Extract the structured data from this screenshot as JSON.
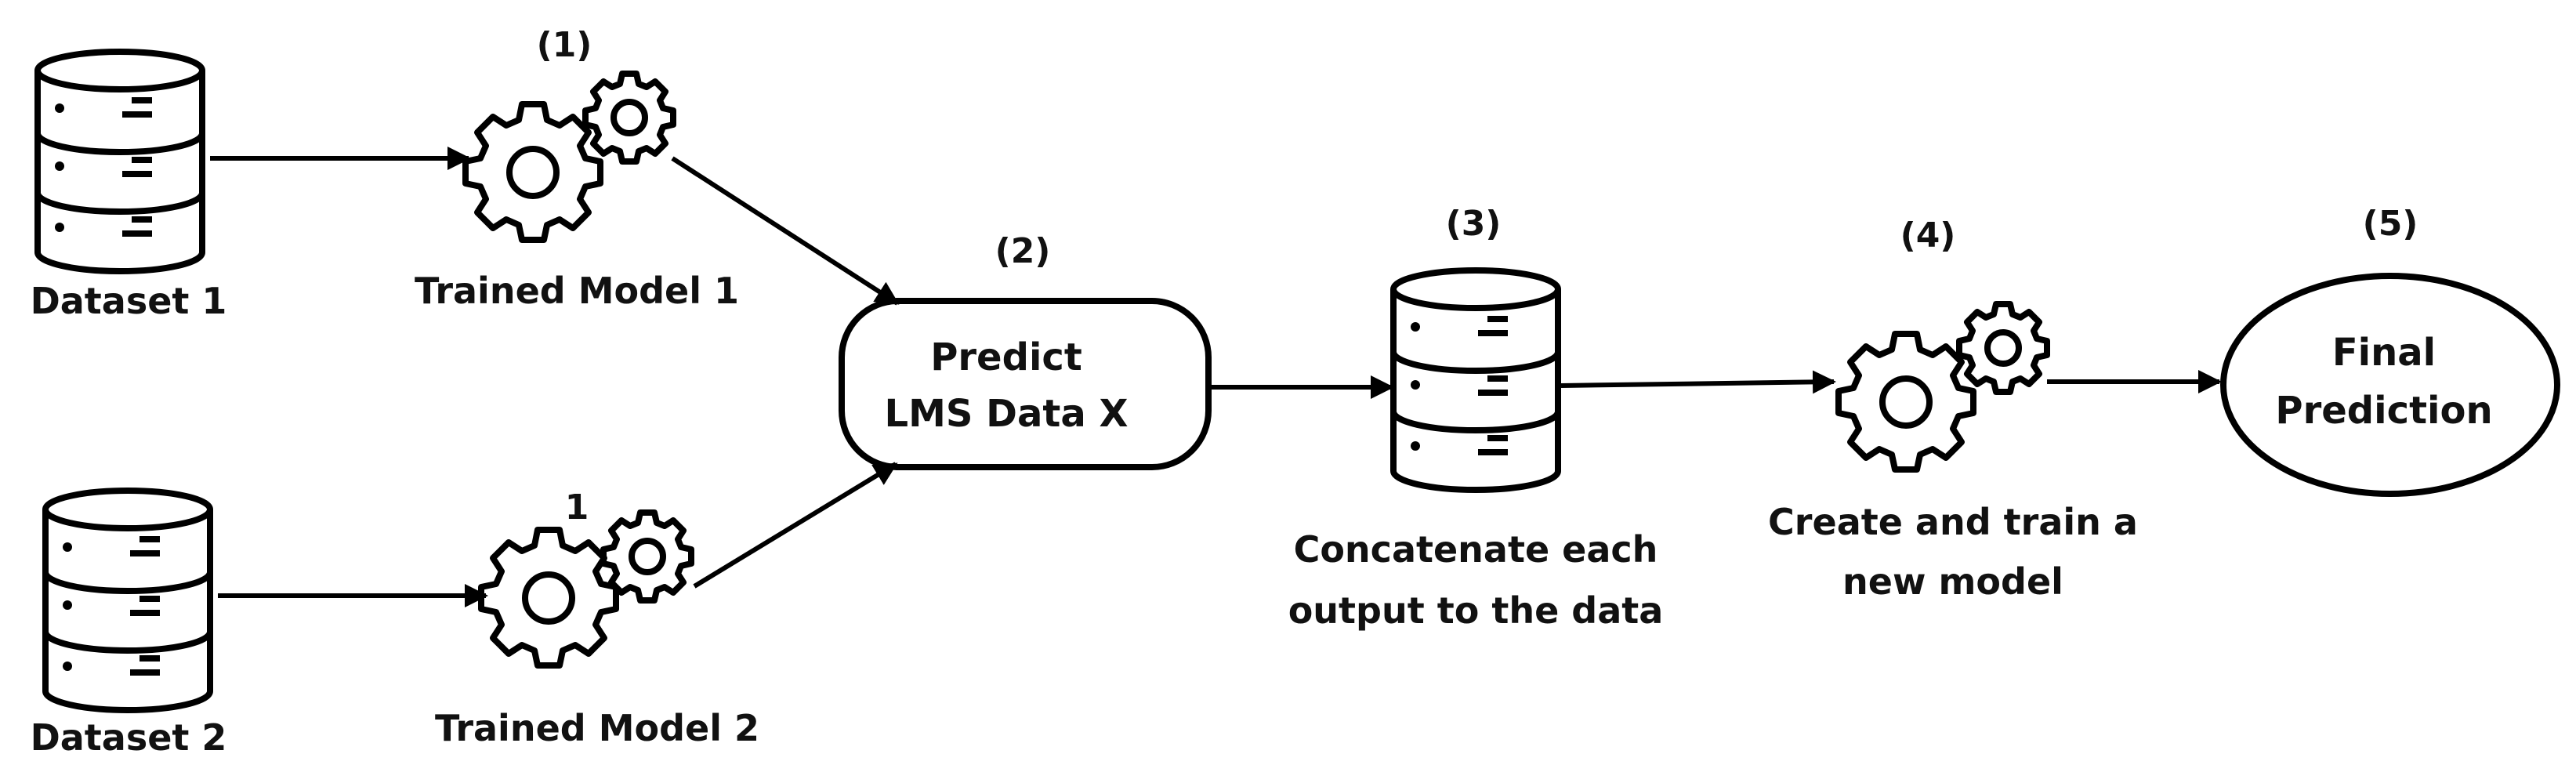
{
  "nodes": {
    "dataset1": {
      "label": "Dataset 1",
      "icon": "database-icon"
    },
    "dataset2": {
      "label": "Dataset 2",
      "icon": "database-icon"
    },
    "model1": {
      "label": "Trained Model 1",
      "step": "(1)",
      "icon": "gears-icon"
    },
    "model2": {
      "label": "Trained Model 2",
      "step": "1",
      "icon": "gears-icon"
    },
    "predict": {
      "line1": "Predict",
      "line2": "LMS Data X",
      "step": "(2)"
    },
    "concat": {
      "line1": "Concatenate each",
      "line2": "output to the data",
      "step": "(3)",
      "icon": "database-icon"
    },
    "newmodel": {
      "line1": "Create and train a",
      "line2": "new model",
      "step": "(4)",
      "icon": "gears-icon"
    },
    "final": {
      "line1": "Final",
      "line2": "Prediction",
      "step": "(5)"
    }
  },
  "colors": {
    "stroke": "#000000",
    "text": "#111111",
    "background": "#ffffff"
  }
}
